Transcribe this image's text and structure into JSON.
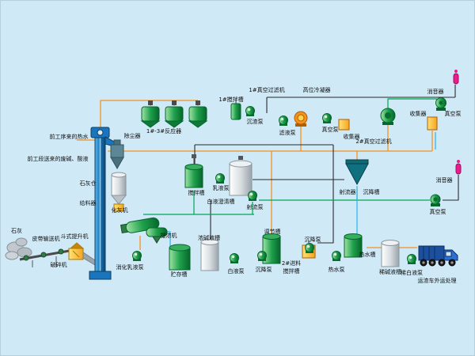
{
  "diagram": {
    "type": "process-flow-diagram",
    "subject": "lime / white liquor causticizing plant flowsheet"
  },
  "colors": {
    "background": "#cfe9f7",
    "pipe_orange": "#f5921e",
    "pipe_black": "#2a2a2a",
    "pipe_green": "#00a651",
    "pipe_teal": "#2bb3e8",
    "equipment_green": "#1fa14b",
    "equipment_silver": "#d9dee2",
    "elevator_blue": "#1b75bc",
    "accent_yellow": "#f5b91d",
    "accent_magenta": "#e91e8c",
    "truck_blue": "#1c4f9e"
  },
  "labels": {
    "hot_water_in": "前工序来的热水",
    "waste_liquor_in": "前工段送来的废碱、酸液",
    "dust_collector": "除尘器",
    "lime_silo": "石灰仓",
    "feeder": "给料器",
    "lime_slaker": "化灰机",
    "lime": "石灰",
    "belt_conveyor": "皮带输送机",
    "crusher": "破碎机",
    "bucket_elevator": "斗式提升机",
    "digestion_emulsion_pump": "消化乳液泵",
    "concentrator": "提浓机",
    "storage_tank": "贮存槽",
    "reactors": "1#-3#反应器",
    "mixer1": "1#搅拌槽",
    "sediment_pump": "沉渣泵",
    "filtrate_pump": "滤液泵",
    "vacuum_filter1": "1#真空过滤机",
    "high_condenser": "高位冷凝器",
    "vacuum_pump_top": "真空泵",
    "collector_top": "收集器",
    "vacuum_filter2": "2#真空过滤机",
    "muffler_top": "消音器",
    "collector_right": "收集器",
    "vacuum_pump_topright": "真空泵",
    "mixing_tank": "搅拌槽",
    "emulsion_pump": "乳液泵",
    "white_liquor_clarifier": "白液澄清槽",
    "jet_pump": "射流泵",
    "jet_device": "射流器",
    "settling_tank": "沉降槽",
    "muffler_right": "消音器",
    "vacuum_pump_right": "真空泵",
    "conc_alkali_tank": "浓碱液槽",
    "regulating_tank": "调节槽",
    "settling_pump_upper": "沉降泵",
    "white_liquor_pump": "白液泵",
    "settling_pump_lower": "沉降泵",
    "feed2_mixer_line1": "2#进料",
    "feed2_mixer_line2": "搅拌槽",
    "hot_water_pump": "热水泵",
    "hot_water_tank": "热水槽",
    "dilute_alkali_tank": "稀碱液槽",
    "dilute_white_liquor_pump": "稀白液泵",
    "slag_truck": "运渣车外运处理"
  }
}
